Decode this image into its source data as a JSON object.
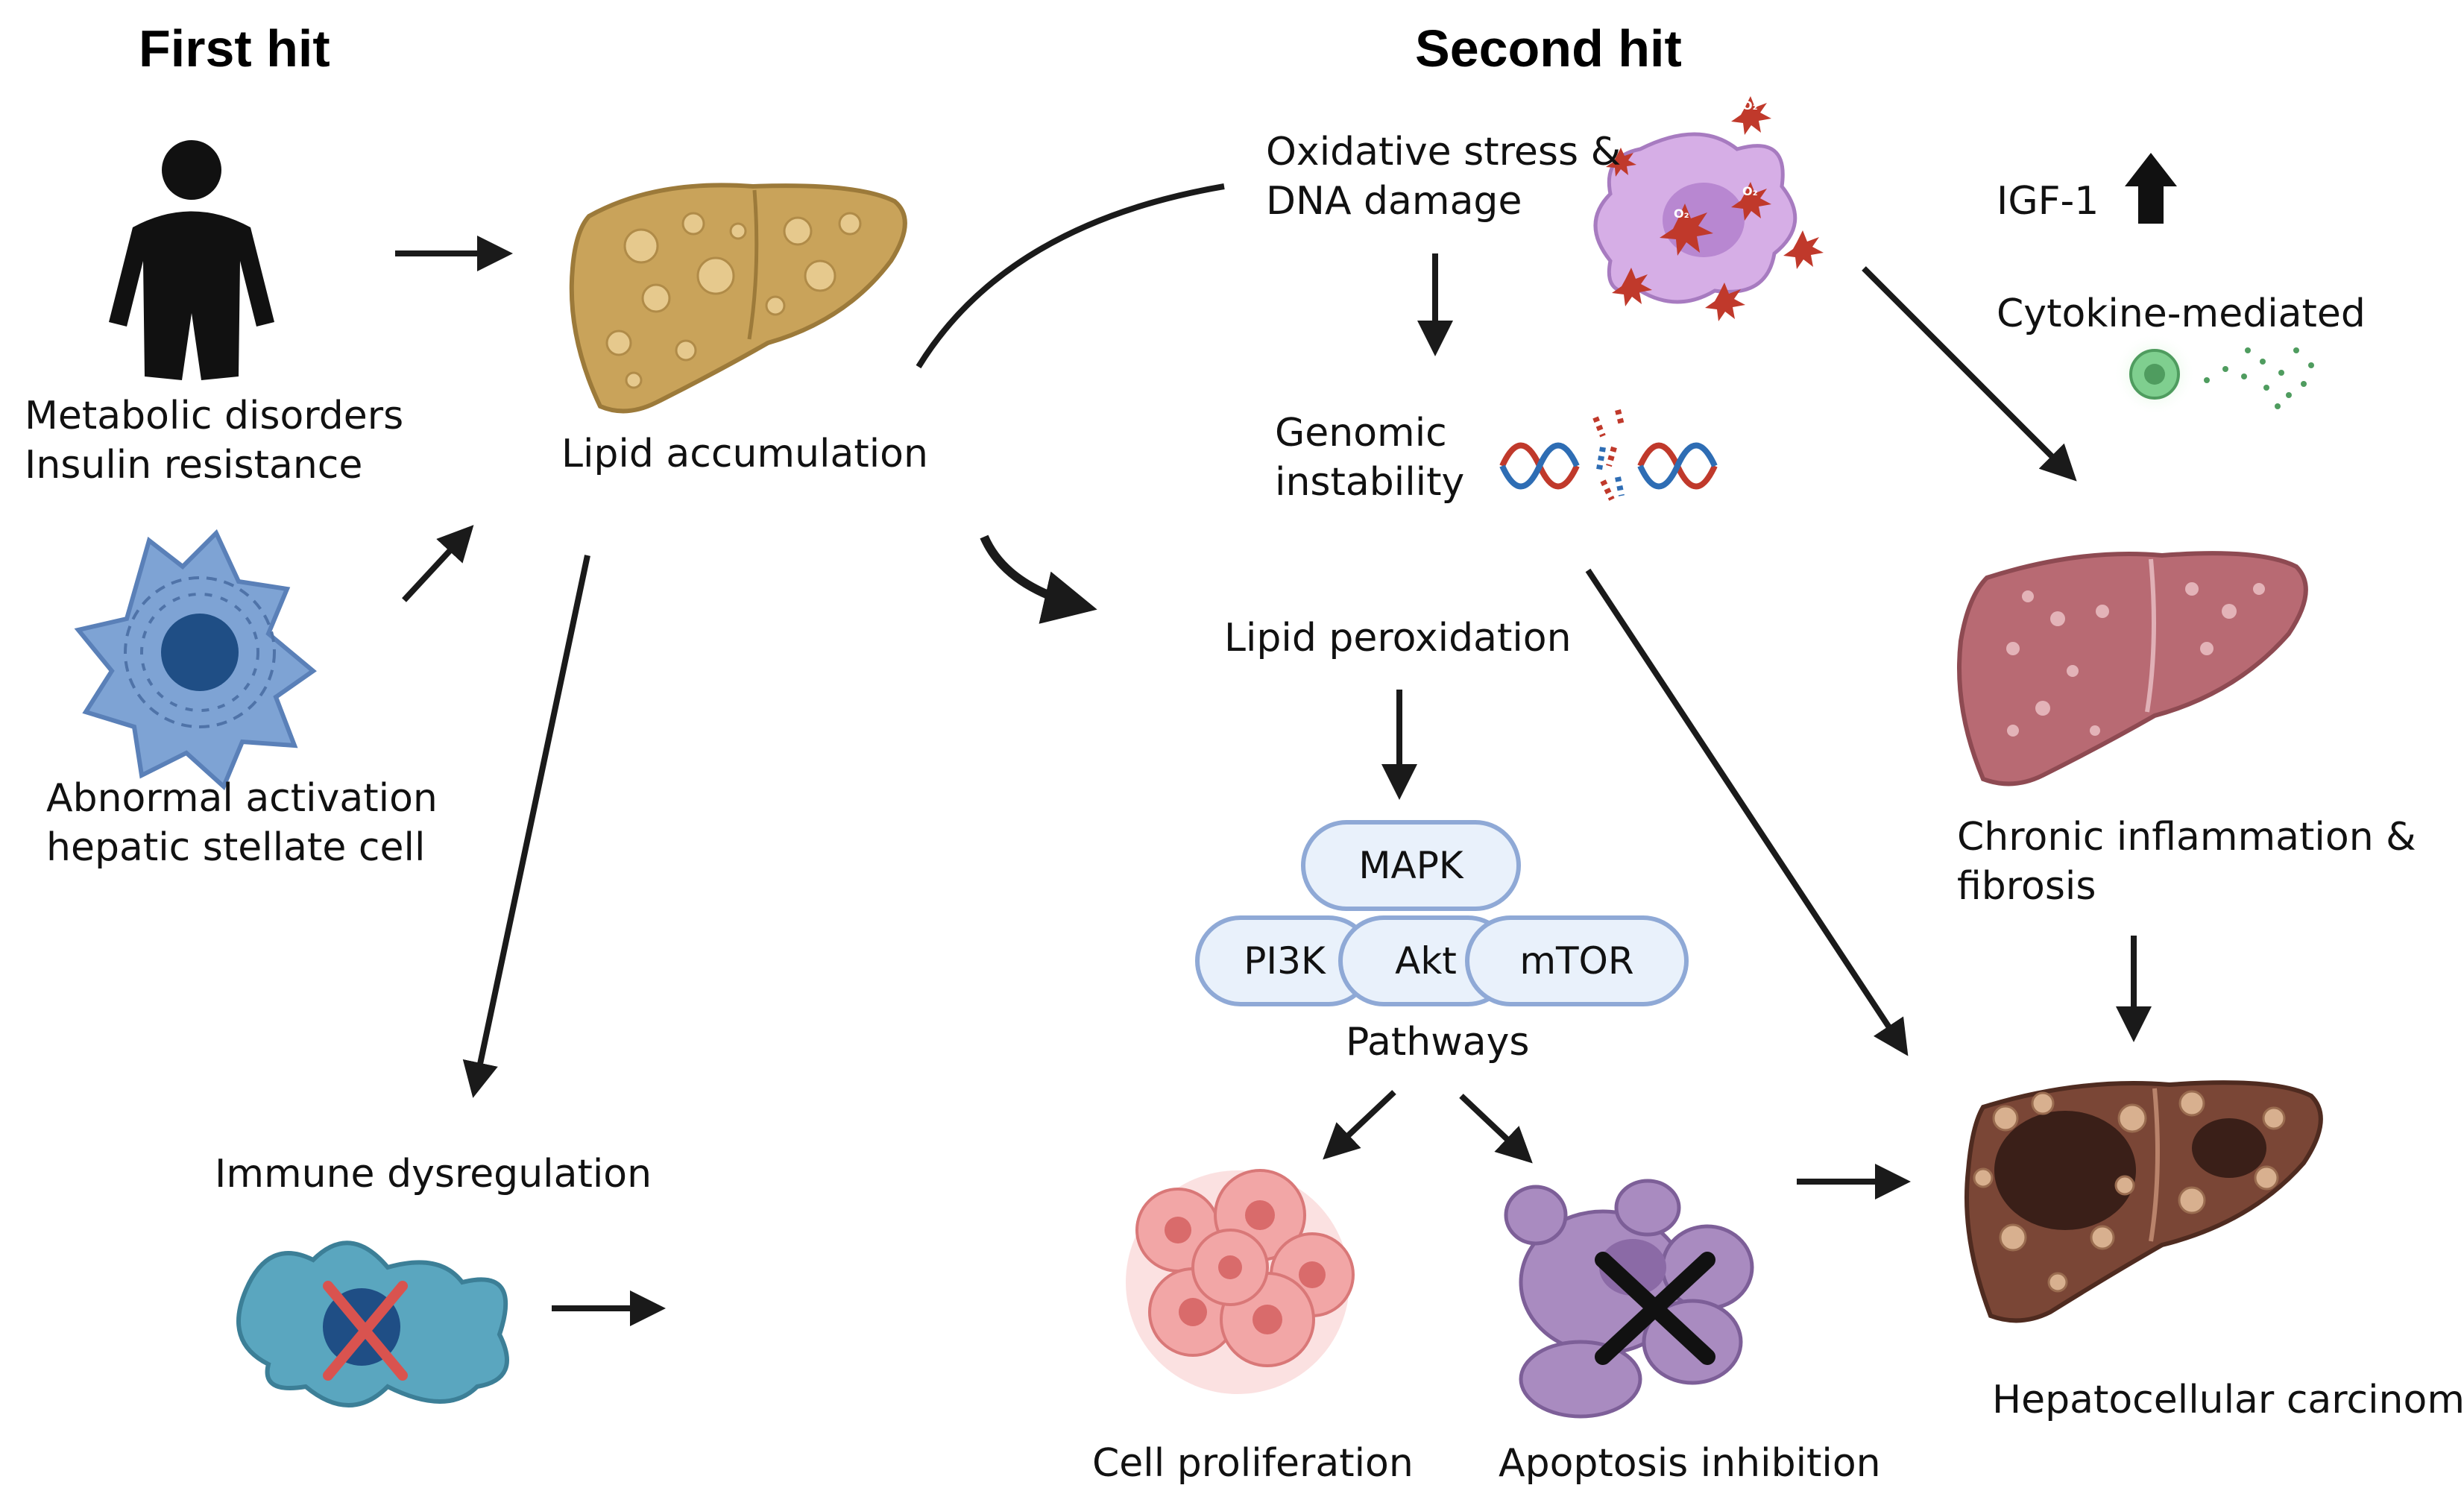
{
  "headings": {
    "first_hit": "First hit",
    "second_hit": "Second hit"
  },
  "labels": {
    "metabolic": [
      "Metabolic disorders",
      "Insulin resistance"
    ],
    "stellate": [
      "Abnormal activation",
      "hepatic stellate cell"
    ],
    "lipid_accumulation": "Lipid accumulation",
    "immune": "Immune dysregulation",
    "oxidative": [
      "Oxidative stress &",
      "DNA damage"
    ],
    "genomic": [
      "Genomic",
      "instability"
    ],
    "lipid_peroxidation": "Lipid peroxidation",
    "pathways": "Pathways",
    "cell_proliferation": "Cell proliferation",
    "apoptosis": "Apoptosis inhibition",
    "igf": "IGF-1",
    "cytokine": "Cytokine-mediated",
    "chronic": [
      "Chronic inflammation &",
      "fibrosis"
    ],
    "hcc": "Hepatocellular carcinoma",
    "o2": "O₂"
  },
  "pathway_nodes": {
    "mapk": "MAPK",
    "pi3k": "PI3K",
    "akt": "Akt",
    "mtor": "mTOR"
  },
  "colors": {
    "arrow": "#1a1a1a",
    "fatty_liver": "#c9a35a",
    "fibrotic_liver": "#b86a73",
    "cancer_liver": "#7a4636",
    "stellate_cell": "#6f95c9",
    "immune_cell": "#5aa6bf",
    "oxidative_cell": "#d6aee6",
    "ros_star": "#c0392b",
    "pathway_fill": "#e9f1fb",
    "pathway_border": "#8fa9d6",
    "proliferation_cells": "#f2a6a6",
    "apoptotic_cell": "#a98bc0",
    "cross_red": "#d9534f"
  },
  "icons": [
    "person-icon",
    "stellate-cell-icon",
    "fatty-liver-icon",
    "immune-cell-icon",
    "oxidative-cell-icon",
    "dna-icon",
    "proliferating-cells-icon",
    "apoptotic-cell-icon",
    "fibrotic-liver-icon",
    "cancer-liver-icon",
    "up-arrow-icon",
    "cytokine-cell-icon"
  ]
}
